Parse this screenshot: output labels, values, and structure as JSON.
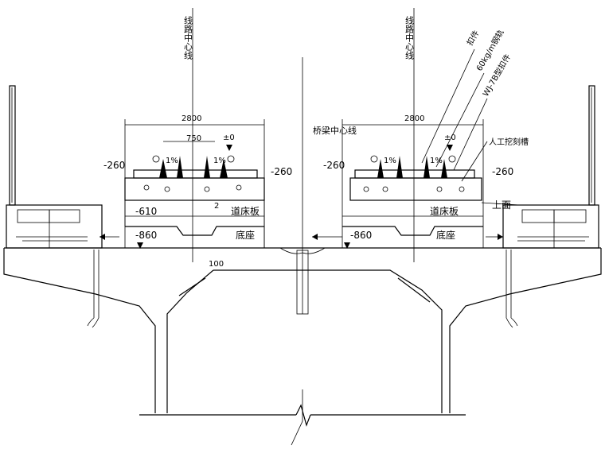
{
  "left_track": {
    "center_line_label": "线路中心线",
    "width_dim": "2800",
    "rail_spacing": "750",
    "slope_left": "1%",
    "slope_right": "1%",
    "top_level": "±0",
    "level_left": "-260",
    "level_right": "-260",
    "level_slab": "-610",
    "level_base": "-860",
    "slab_label": "道床板",
    "base_label": "底座",
    "dim_side_a": "2",
    "dim_side_b": "100"
  },
  "right_track": {
    "center_line_label": "线路中心线",
    "width_dim": "2800",
    "slope_left": "1%",
    "slope_right": "1%",
    "top_level": "±0",
    "level_left": "-260",
    "level_right": "-260",
    "level_base": "-860",
    "slab_label": "道床板",
    "base_label": "底座",
    "annotations": [
      "扣件",
      "60kg/m钢轨",
      "WJ-7B型扣件",
      "人工挖刻槽"
    ],
    "sleeper_label": "上面"
  },
  "bridge_center_label": "桥梁中心线"
}
